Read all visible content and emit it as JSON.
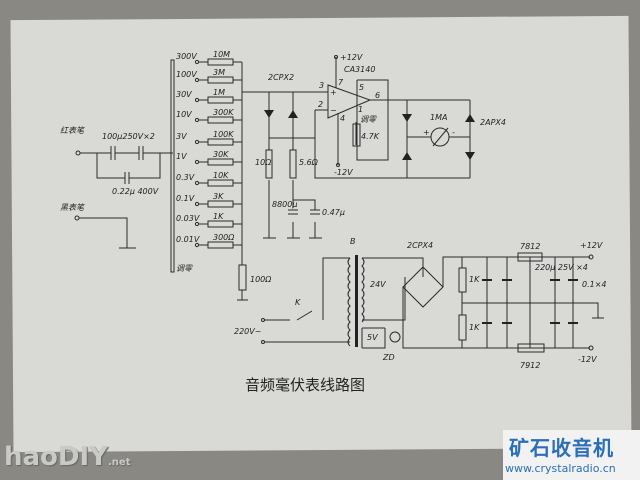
{
  "title": "音频毫伏表线路图",
  "input": {
    "red_probe": "红表笔",
    "black_probe": "黑表笔",
    "series_caps": "100μ250V×2",
    "bypass_cap": "0.22μ 400V"
  },
  "ranges": [
    {
      "voltage": "300V",
      "resistor": "10M"
    },
    {
      "voltage": "100V",
      "resistor": "3M"
    },
    {
      "voltage": "30V",
      "resistor": "1M"
    },
    {
      "voltage": "10V",
      "resistor": "300K"
    },
    {
      "voltage": "3V",
      "resistor": "100K"
    },
    {
      "voltage": "1V",
      "resistor": "30K"
    },
    {
      "voltage": "0.3V",
      "resistor": "10K"
    },
    {
      "voltage": "0.1V",
      "resistor": "3K"
    },
    {
      "voltage": "0.03V",
      "resistor": "1K"
    },
    {
      "voltage": "0.01V",
      "resistor": "300Ω"
    }
  ],
  "zero_adjust": "调零",
  "bus_resistor": "100Ω",
  "protect": {
    "diodes": "2CPX2",
    "r1": "10Ω",
    "r2": "5.6Ω",
    "c1": "8800μ",
    "c2": "0.47μ"
  },
  "opamp": {
    "part": "CA3140",
    "vplus": "+12V",
    "vminus": "-12V",
    "pins": [
      "3",
      "2",
      "7",
      "4",
      "5",
      "1",
      "6"
    ],
    "plus": "+",
    "minus": "−",
    "pot_label": "调零",
    "pot_value": "4.7K"
  },
  "meter": {
    "label": "1MA",
    "plus": "+",
    "minus": "-",
    "diodes": "2APX4"
  },
  "power": {
    "transformer": "B",
    "switch": "K",
    "mains": "220V~",
    "secondary": "24V",
    "lamp_winding": "5V",
    "lamp": "ZD",
    "bridge": "2CPX4",
    "r_top": "1K",
    "r_bot": "1K",
    "reg_pos": "7812",
    "reg_neg": "7912",
    "caps": "220μ 25V ×4",
    "small_caps": "0.1×4",
    "out_pos": "+12V",
    "out_neg": "-12V"
  },
  "watermarks": {
    "cn": "矿石收音机",
    "url": "www.crystalradio.cn",
    "left": "haoDIY",
    "left_tld": ".net"
  }
}
